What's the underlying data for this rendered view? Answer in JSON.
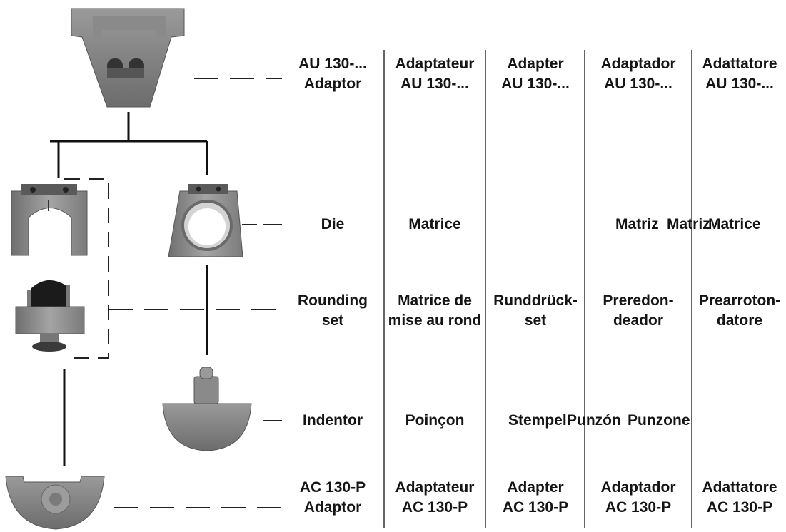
{
  "diagram": {
    "parts": [
      {
        "id": "au-adaptor-icon"
      },
      {
        "id": "die-open-icon"
      },
      {
        "id": "die-ring-icon"
      },
      {
        "id": "rounding-set-icon"
      },
      {
        "id": "indentor-icon"
      },
      {
        "id": "ac-adaptor-icon"
      }
    ],
    "rows": [
      {
        "en": [
          "AU 130-...",
          "Adaptor"
        ],
        "fr": [
          "Adaptateur",
          "AU 130-..."
        ],
        "de": [
          "Adapter",
          "AU 130-..."
        ],
        "es": [
          "Adaptador",
          "AU 130-..."
        ],
        "it": [
          "Adattatore",
          "AU 130-..."
        ]
      },
      {
        "en": [
          "Die"
        ],
        "fr": [
          "Matrice"
        ],
        "de": [],
        "es": [
          "Matriz"
        ],
        "it_overlap": [
          "Matriz"
        ],
        "it": [
          "Matrice"
        ]
      },
      {
        "en": [
          "Rounding",
          "set"
        ],
        "fr": [
          "Matrice de",
          "mise au rond"
        ],
        "de": [
          "Runddrück-",
          "set"
        ],
        "es": [
          "Preredon-",
          "deador"
        ],
        "it": [
          "Prearroton-",
          "datore"
        ]
      },
      {
        "en": [
          "Indentor"
        ],
        "fr": [
          "Poinçon"
        ],
        "de": [
          "Stempel"
        ],
        "es": [
          "Punzón"
        ],
        "it": [
          "Punzone"
        ]
      },
      {
        "en": [
          "AC 130-P",
          "Adaptor"
        ],
        "fr": [
          "Adaptateur",
          "AC 130-P"
        ],
        "de": [
          "Adapter",
          "AC 130-P"
        ],
        "es": [
          "Adaptador",
          "AC 130-P"
        ],
        "it": [
          "Adattatore",
          "AC 130-P"
        ]
      }
    ]
  }
}
